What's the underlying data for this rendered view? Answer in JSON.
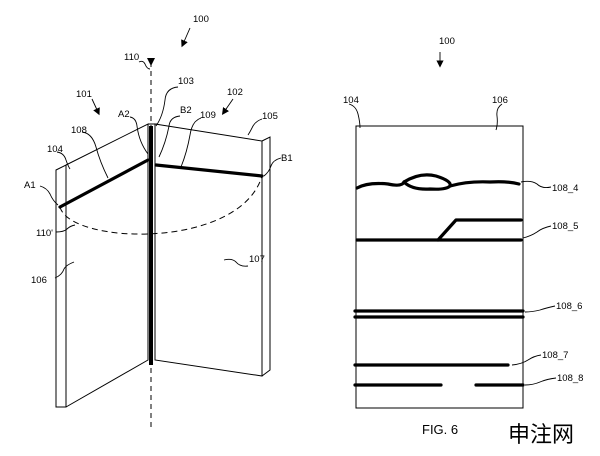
{
  "left_figure": {
    "ref_100": "100",
    "ref_110": "110",
    "ref_103": "103",
    "ref_101": "101",
    "ref_102": "102",
    "ref_a2": "A2",
    "ref_b2": "B2",
    "ref_109": "109",
    "ref_105": "105",
    "ref_108": "108",
    "ref_104": "104",
    "ref_b1": "B1",
    "ref_a1": "A1",
    "ref_110p": "110'",
    "ref_106": "106",
    "ref_107": "107"
  },
  "right_figure": {
    "ref_100": "100",
    "ref_104": "104",
    "ref_106": "106",
    "ref_108_4": "108_4",
    "ref_108_5": "108_5",
    "ref_108_6": "108_6",
    "ref_108_7": "108_7",
    "ref_108_8": "108_8"
  },
  "caption": "FIG. 6",
  "watermark": "申注网"
}
